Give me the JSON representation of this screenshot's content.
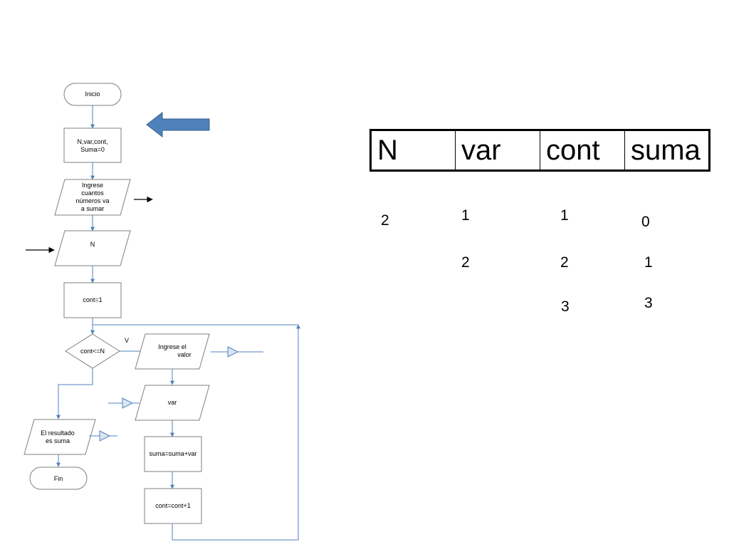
{
  "flowchart": {
    "start": "Inicio",
    "declare": [
      "N,var,cont,",
      "Suma=0"
    ],
    "prompt_count": [
      "Ingrese",
      "cuantos",
      "números va",
      "a sumar"
    ],
    "input_n": "N",
    "init_cont": "cont=1",
    "condition": "cont<=N",
    "true_label": "V",
    "prompt_value": [
      "Ingrese el",
      "valor"
    ],
    "input_var": "var",
    "accumulate": "suma=suma+var",
    "increment": "cont=cont+1",
    "output": [
      "El resultado",
      "es suma"
    ],
    "end": "Fin"
  },
  "trace_table": {
    "headers": [
      "N",
      "var",
      "cont",
      "suma"
    ],
    "values": {
      "n": [
        "2"
      ],
      "var": [
        "1",
        "2"
      ],
      "cont": [
        "1",
        "2",
        "3"
      ],
      "suma": [
        "0",
        "1",
        "3"
      ]
    }
  },
  "colors": {
    "connector": "#4f81bd",
    "shape_border": "#7f7f7f",
    "big_arrow_fill": "#4f81bd"
  }
}
